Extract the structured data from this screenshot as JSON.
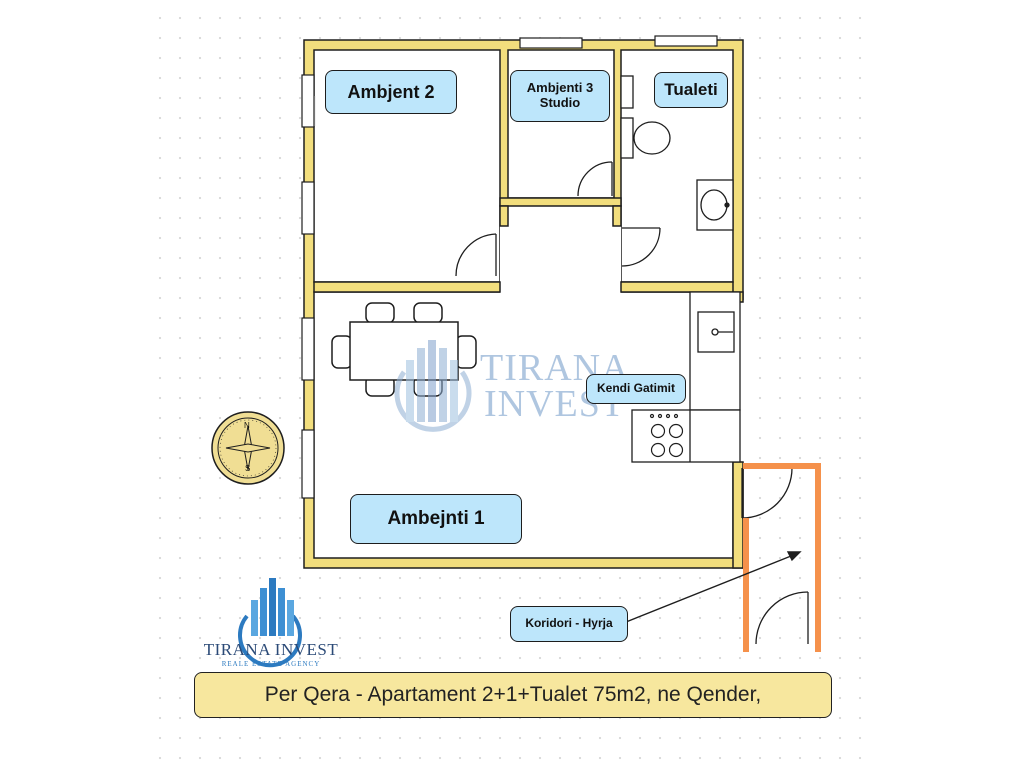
{
  "rooms": {
    "ambjent2": "Ambjent 2",
    "ambjenti3_line1": "Ambjenti 3",
    "ambjenti3_line2": "Studio",
    "tualeti": "Tualeti",
    "kendi_gatimit": "Kendi Gatimit",
    "ambejnti1": "Ambejnti 1",
    "koridori": "Koridori - Hyrja"
  },
  "compass": {
    "north": "N",
    "south": "S"
  },
  "watermark": {
    "line1": "TIRANA",
    "line2": "INVEST"
  },
  "logo": {
    "name": "TIRANA INVEST",
    "tagline": "REALE ESTATE AGENCY"
  },
  "footer": {
    "text": "Per Qera - Apartament 2+1+Tualet 75m2, ne Qender,"
  },
  "colors": {
    "wall": "#f2de7d",
    "label_bg": "#bde6fb",
    "corridor": "#f5914b",
    "footer_bg": "#f7e79e",
    "logo_blue": "#2c7ac0",
    "logo_text": "#2b4a77",
    "watermark": "#8eaed3"
  },
  "icons": [
    "compass-icon",
    "dining-table-icon",
    "toilet-icon",
    "sink-icon",
    "stove-icon",
    "building-logo-icon"
  ]
}
